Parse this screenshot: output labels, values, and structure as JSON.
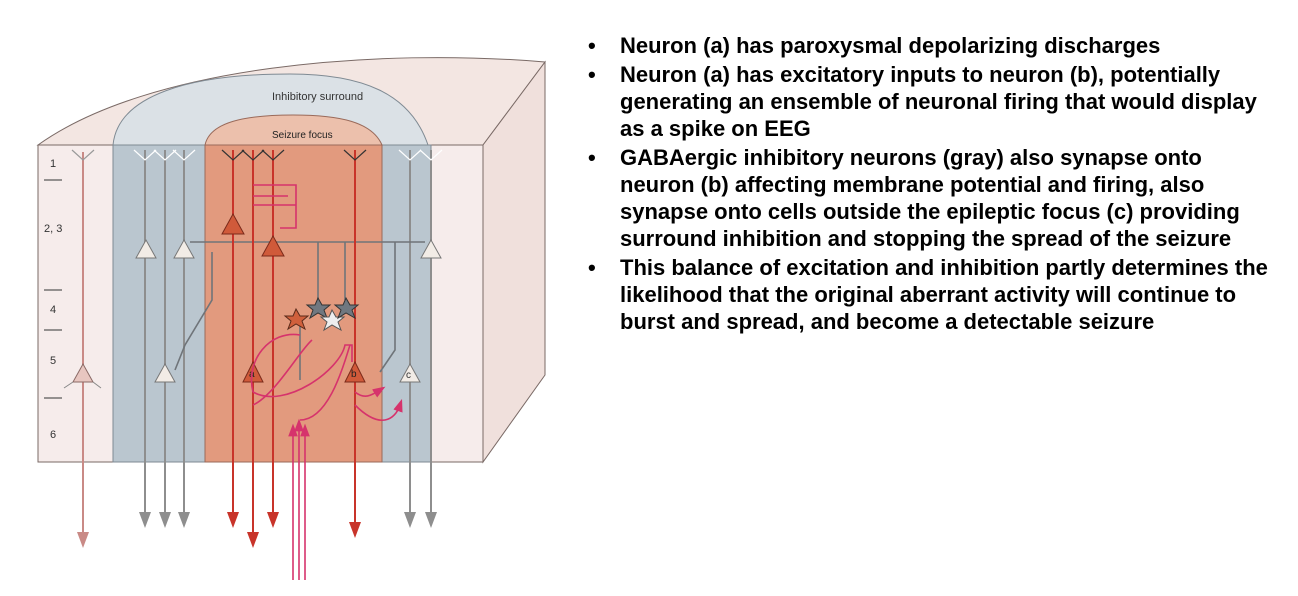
{
  "diagram": {
    "region_labels": {
      "inhibitory_surround": "Inhibitory surround",
      "seizure_focus": "Seizure focus"
    },
    "layer_labels": [
      "1",
      "2, 3",
      "4",
      "5",
      "6"
    ],
    "neuron_labels": {
      "a": "a",
      "b": "b",
      "c": "c"
    }
  },
  "bullets": [
    "Neuron (a) has paroxysmal depolarizing discharges",
    "Neuron (a) has excitatory inputs to neuron (b), potentially generating an ensemble of neuronal firing that would display as a spike on EEG",
    "GABAergic inhibitory neurons (gray) also synapse onto neuron (b) affecting membrane potential and firing, also synapse onto cells outside the epileptic focus (c) providing surround inhibition and stopping the spread of the seizure",
    "This balance of excitation and inhibition partly determines the likelihood that the original aberrant activity will continue to burst and spread, and become a detectable seizure"
  ]
}
